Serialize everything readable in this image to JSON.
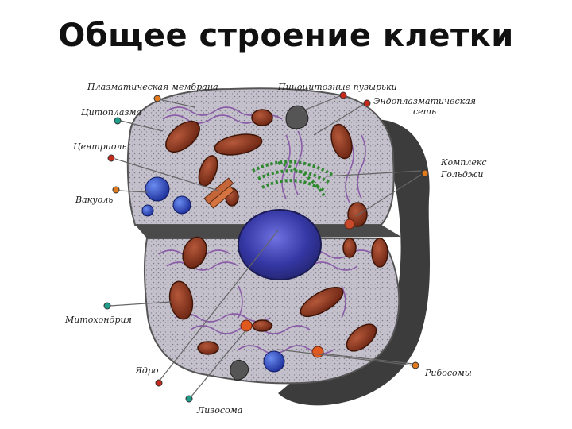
{
  "title": "Общее строение клетки",
  "labels": {
    "plasma_membrane": "Плазматическая мембрана",
    "pinocytotic_vesicles": "Пиноцитозные пузырьки",
    "er_line1": "Эндоплазматическая",
    "er_line2": "сеть",
    "cytoplasm": "Цитоплазма",
    "centriole": "Центриоль",
    "vacuole": "Вакуоль",
    "golgi_line1": "Комплекс",
    "golgi_line2": "Гольджи",
    "mitochondria": "Митохондрия",
    "ribosomes": "Рибосомы",
    "nucleus": "Ядро",
    "lysosome": "Лизосома"
  },
  "colors": {
    "pin_orange": "#e07a1f",
    "pin_red": "#c62a1a",
    "pin_teal": "#1f9c8a",
    "mitochondria": "#8e3a1e",
    "nucleus": "#3d3fb0",
    "cytoplasm": "#b9b6c0",
    "er": "#8a5ca8",
    "golgi": "#2f8a2f"
  }
}
